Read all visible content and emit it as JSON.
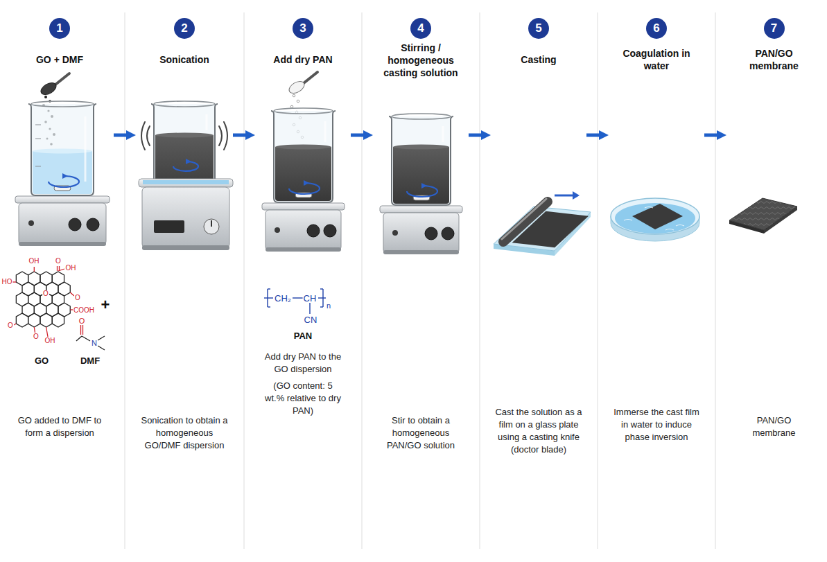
{
  "diagram": {
    "nodes": [
      {
        "text": [
          "1",
          "GO + DMF",
          "GO added to DMF to form a dispersion"
        ]
      },
      {
        "text": [
          "2",
          "Sonication",
          "Sonication to obtain a homogeneous GO/DMF dispersion"
        ]
      },
      {
        "text": [
          "3",
          "Add dry PAN",
          "Add dry PAN to the GO dispersion",
          "(GO content: 5 wt.% relative to dry PAN)"
        ]
      },
      {
        "text": [
          "4",
          "Stirring / homogeneous casting solution",
          "Stir to obtain a homogeneous PAN/GO solution"
        ]
      },
      {
        "text": [
          "5",
          "Casting",
          "Cast the solution as a film on a glass plate using a casting knife (doctor blade)"
        ]
      },
      {
        "text": [
          "6",
          "Coagulation in water",
          "Immerse the cast film in water to induce phase inversion"
        ]
      },
      {
        "text": [
          "7",
          "PAN/GO membrane",
          "PAN/GO membrane"
        ]
      }
    ],
    "edges": [
      {
        "from": 0,
        "to": 1,
        "arrow": "to"
      },
      {
        "from": 1,
        "to": 2,
        "arrow": "to"
      },
      {
        "from": 2,
        "to": 3,
        "arrow": "to"
      },
      {
        "from": 3,
        "to": 4,
        "arrow": "to"
      },
      {
        "from": 4,
        "to": 5,
        "arrow": "to"
      },
      {
        "from": 5,
        "to": 6,
        "arrow": "to"
      }
    ],
    "labels": [
      "OH",
      "O",
      "OH",
      "HO",
      "O",
      "O",
      "COOH",
      "O",
      "O",
      "OH",
      "GO",
      "+",
      "O",
      "N",
      "DMF",
      "CH₂",
      "CH",
      "CN",
      "n",
      "PAN"
    ]
  }
}
